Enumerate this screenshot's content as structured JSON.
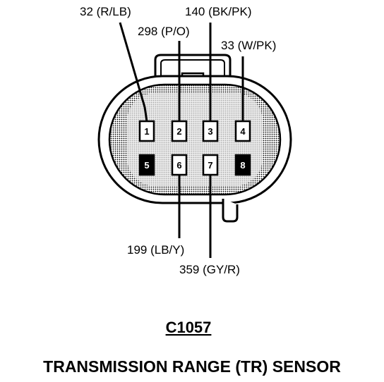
{
  "connector": {
    "id": "C1057",
    "title": "TRANSMISSION RANGE (TR) SENSOR",
    "body_fill": "#d4d4d4",
    "outline": "#000000"
  },
  "pins": [
    {
      "number": "1",
      "filled": false,
      "wire": "32 (R/LB)"
    },
    {
      "number": "2",
      "filled": false,
      "wire": "298 (P/O)"
    },
    {
      "number": "3",
      "filled": false,
      "wire": "140 (BK/PK)"
    },
    {
      "number": "4",
      "filled": false,
      "wire": "33 (W/PK)"
    },
    {
      "number": "5",
      "filled": true,
      "wire": ""
    },
    {
      "number": "6",
      "filled": false,
      "wire": "199 (LB/Y)"
    },
    {
      "number": "7",
      "filled": false,
      "wire": "359 (GY/R)"
    },
    {
      "number": "8",
      "filled": true,
      "wire": ""
    }
  ]
}
